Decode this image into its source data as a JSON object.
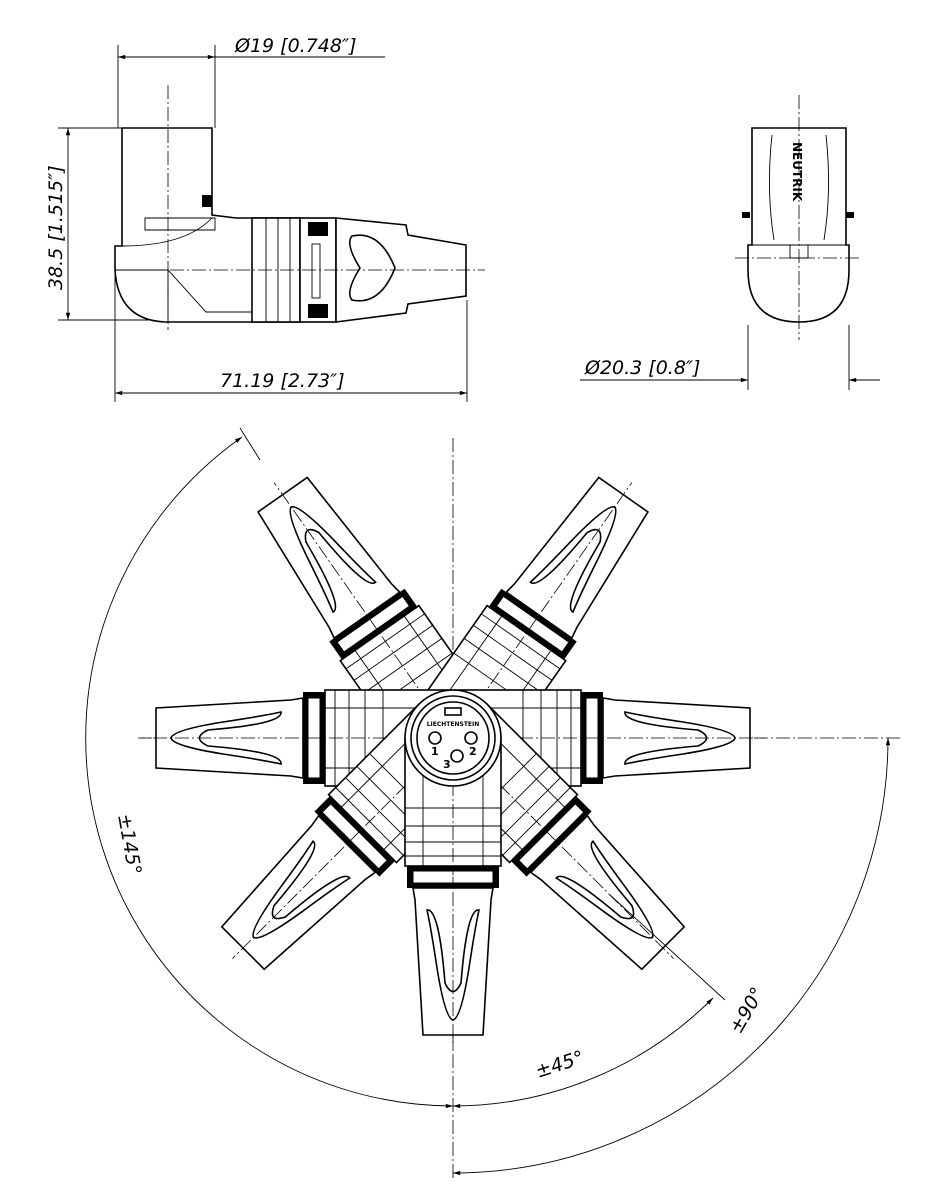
{
  "dimensions": {
    "diameter_top": "Ø19 [0.748″]",
    "height_left": "38.5 [1.515″]",
    "length_bottom": "71.19 [2.73″]",
    "diameter_side": "Ø20.3 [0.8″]"
  },
  "angles": {
    "a145": "±145°",
    "a45": "±45°",
    "a90": "±90°"
  },
  "labels": {
    "brand": "NEUTRIK",
    "origin": "LIECHTENSTEIN",
    "pin1": "1",
    "pin2": "2",
    "pin3": "3"
  }
}
